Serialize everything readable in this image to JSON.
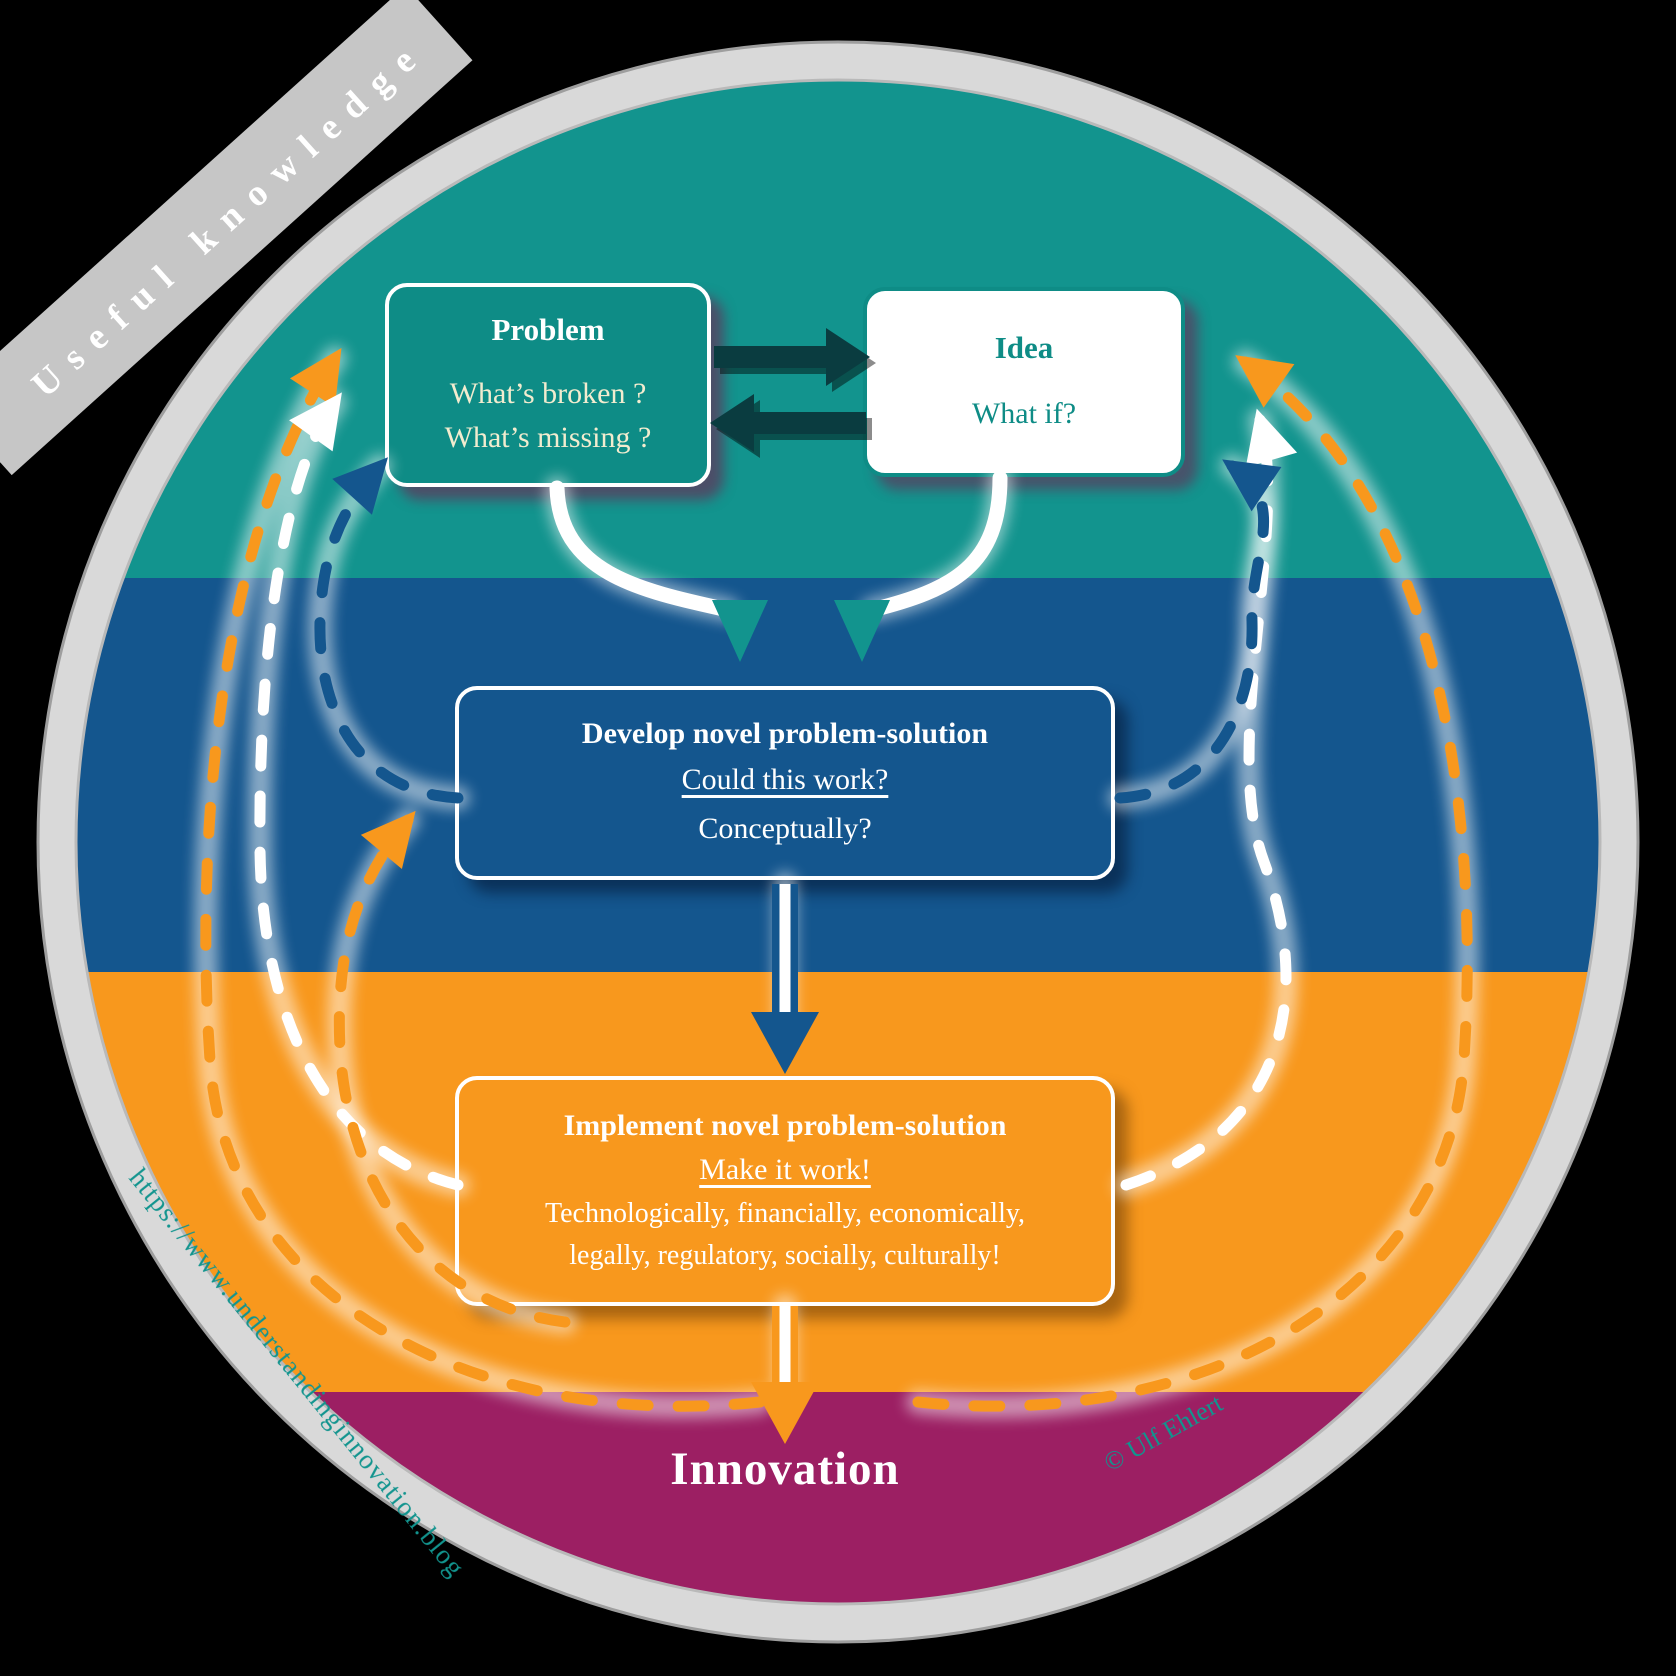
{
  "ribbon": {
    "label": "Useful knowledge"
  },
  "boxes": {
    "problem": {
      "title": "Problem",
      "line1": "What’s broken ?",
      "line2": "What’s missing ?"
    },
    "idea": {
      "title": "Idea",
      "line1": "What if?"
    },
    "develop": {
      "title": "Develop novel problem-solution",
      "line1": "Could this work?",
      "line2": "Conceptually?"
    },
    "implement": {
      "title": "Implement novel problem-solution",
      "line1": "Make it work!",
      "line2": "Technologically, financially, economically,",
      "line3": "legally, regulatory, socially, culturally!"
    }
  },
  "footer": {
    "innovation_label": "Innovation",
    "url_label": "https://www.understandinginnovation.blog",
    "credit_label": "© Ulf Ehlert"
  },
  "colors": {
    "teal": "#12948e",
    "box_teal": "#0e8c86",
    "blue": "#14568e",
    "orange": "#f8981d",
    "magenta": "#9c1f63",
    "ring": "#d9d9d9",
    "ribbon": "#c6c6c6",
    "dark_arrow": "#0a3c40"
  }
}
